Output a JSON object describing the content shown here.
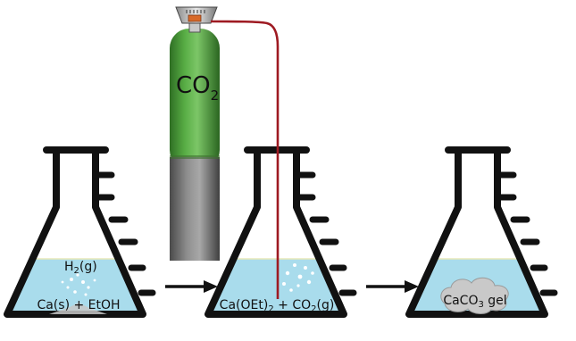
{
  "cylinder": {
    "gas_main": "CO",
    "gas_sub": "2"
  },
  "flask1": {
    "top_label_main": "H",
    "top_label_sub": "2",
    "top_label_rest": "(g)",
    "bottom_label": "Ca(s) + EtOH"
  },
  "flask2": {
    "label_a": "Ca(OEt)",
    "label_a_sub": "2",
    "label_b": " + CO",
    "label_b_sub": "2",
    "label_c": "(g)"
  },
  "flask3": {
    "label_main": "CaCO",
    "label_sub": "3",
    "label_rest": " gel"
  },
  "colors": {
    "liquid": "#a9dcec",
    "flask_outline": "#111111",
    "cylinder_green": "#4e9d3c",
    "cylinder_grey": "#7d7d7d",
    "tube": "#9e1a22"
  }
}
